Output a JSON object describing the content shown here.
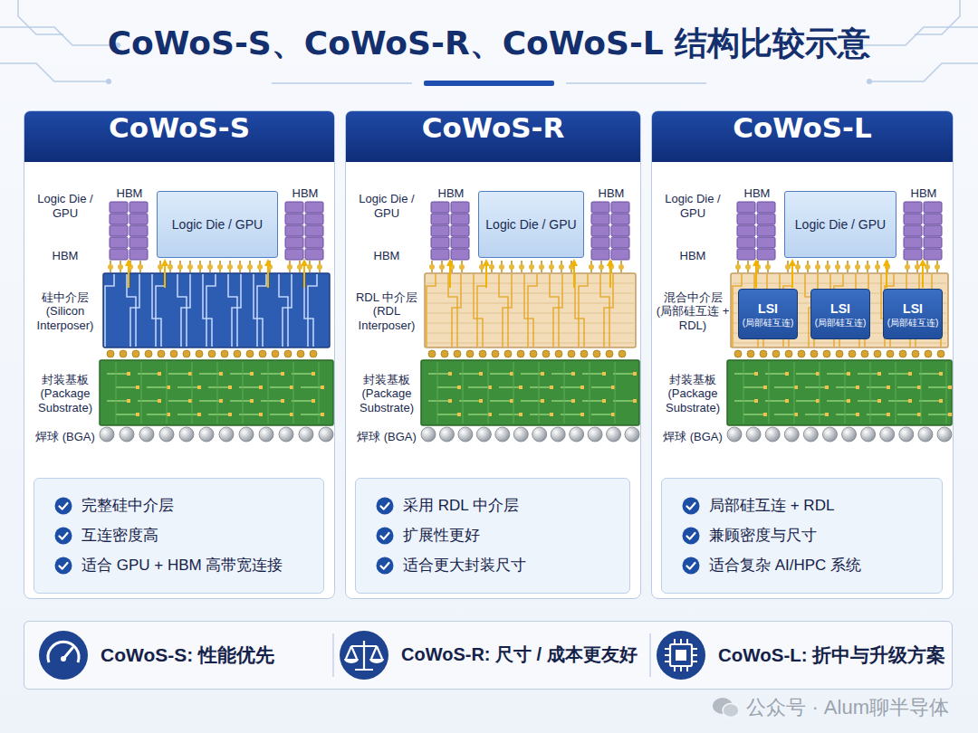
{
  "diagram": {
    "title": "CoWoS-S、CoWoS-R、CoWoS-L 结构比较示意",
    "nodes": [
      {
        "text": [
          "CoWoS-S"
        ]
      },
      {
        "text": [
          "HBM"
        ],
        "in": 0
      },
      {
        "text": [
          "Logic Die / GPU"
        ],
        "in": 0
      },
      {
        "text": [
          "HBM"
        ],
        "in": 0
      },
      {
        "text": [
          "完整硅中介层",
          "互连密度高",
          "适合 GPU + HBM 高带宽连接"
        ],
        "in": 0
      },
      {
        "text": [
          "CoWoS-R"
        ]
      },
      {
        "text": [
          "HBM"
        ],
        "in": 5
      },
      {
        "text": [
          "Logic Die / GPU"
        ],
        "in": 5
      },
      {
        "text": [
          "HBM"
        ],
        "in": 5
      },
      {
        "text": [
          "采用 RDL 中介层",
          "扩展性更好",
          "适合更大封装尺寸"
        ],
        "in": 5
      },
      {
        "text": [
          "CoWoS-L"
        ]
      },
      {
        "text": [
          "HBM"
        ],
        "in": 10
      },
      {
        "text": [
          "Logic Die / GPU"
        ],
        "in": 10
      },
      {
        "text": [
          "HBM"
        ],
        "in": 10
      },
      {
        "text": [
          "LSI",
          "(局部硅互连)"
        ],
        "in": 10
      },
      {
        "text": [
          "LSI",
          "(局部硅互连)"
        ],
        "in": 10
      },
      {
        "text": [
          "LSI",
          "(局部硅互连)"
        ],
        "in": 10
      },
      {
        "text": [
          "局部硅互连 + RDL",
          "兼顾密度与尺寸",
          "适合复杂 AI/HPC 系统"
        ],
        "in": 10
      },
      {
        "text": [
          "CoWoS-S: 性能优先",
          "CoWoS-R: 尺寸 / 成本更友好",
          "CoWoS-L: 折中与升级方案"
        ]
      }
    ],
    "labels": [
      "Logic Die / GPU",
      "HBM",
      "硅中介层 (Silicon Interposer)",
      "封装基板 (Package Substrate)",
      "焊球 (BGA)",
      "Logic Die / GPU",
      "HBM",
      "RDL 中介层 (RDL Interposer)",
      "封装基板 (Package Substrate)",
      "焊球 (BGA)",
      "Logic Die / GPU",
      "HBM",
      "混合中介层 (局部硅互连 + RDL)",
      "封装基板 (Package Substrate)",
      "焊球 (BGA)",
      "公众号 · Alum聊半导体"
    ]
  }
}
